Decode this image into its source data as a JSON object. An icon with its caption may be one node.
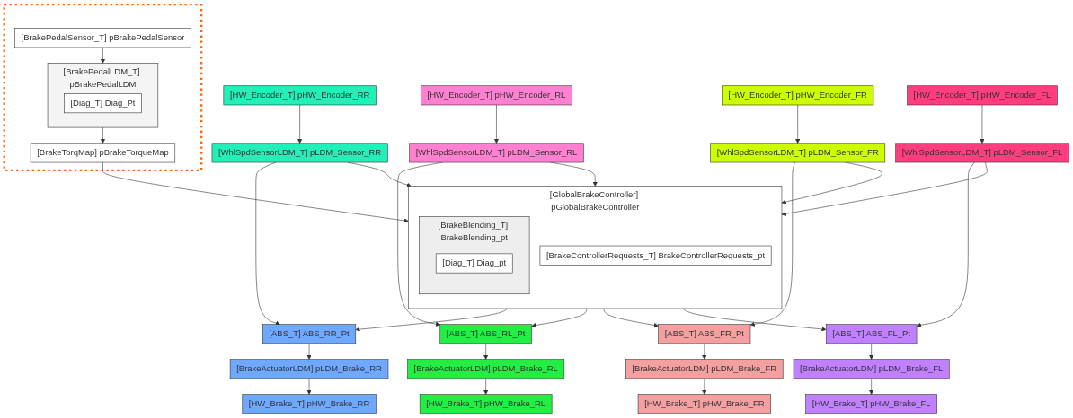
{
  "diagram": {
    "nodes": [
      {
        "text": [],
        "shape": "box"
      },
      {
        "text": [
          "[BrakePedalSensor_T] pBrakePedalSensor"
        ],
        "in": 0
      },
      {
        "text": [
          "[BrakePedalLDM_T] pBrakePedalLDM"
        ],
        "in": 0
      },
      {
        "text": [
          "[Diag_T] Diag_Pt"
        ],
        "in": 2
      },
      {
        "text": [
          "[BrakeTorqMap] pBrakeTorqueMap"
        ],
        "in": 0
      },
      {
        "text": [
          "[HW_Encoder_T] pHW_Encoder_RR"
        ]
      },
      {
        "text": [
          "[HW_Encoder_T] pHW_Encoder_RL"
        ]
      },
      {
        "text": [
          "[HW_Encoder_T] pHW_Encoder_FR"
        ]
      },
      {
        "text": [
          "[HW_Encoder_T] pHW_Encoder_FL"
        ]
      },
      {
        "text": [
          "[WhlSpdSensorLDM_T] pLDM_Sensor_RR"
        ]
      },
      {
        "text": [
          "[WhlSpdSensorLDM_T] pLDM_Sensor_RL"
        ]
      },
      {
        "text": [
          "[WhlSpdSensorLDM_T] pLDM_Sensor_FR"
        ]
      },
      {
        "text": [
          "[WhlSpdSensorLDM_T] pLDM_Sensor_FL"
        ]
      },
      {
        "text": [
          "[GlobalBrakeController] pGlobalBrakeController"
        ]
      },
      {
        "text": [
          "[BrakeBlending_T] BrakeBlending_pt"
        ],
        "in": 13
      },
      {
        "text": [
          "[Diag_T] Diag_pt"
        ],
        "in": 14
      },
      {
        "text": [
          "[BrakeControllerRequests_T] BrakeControllerRequests_pt"
        ],
        "in": 13
      },
      {
        "text": [
          "[ABS_T] ABS_RR_Pt"
        ]
      },
      {
        "text": [
          "[BrakeActuatorLDM] pLDM_Brake_RR"
        ]
      },
      {
        "text": [
          "[HW_Brake_T] pHW_Brake_RR"
        ]
      },
      {
        "text": [
          "[ABS_T] ABS_RL_Pt"
        ]
      },
      {
        "text": [
          "[BrakeActuatorLDM] pLDM_Brake_RL"
        ]
      },
      {
        "text": [
          "[HW_Brake_T] pHW_Brake_RL"
        ]
      },
      {
        "text": [
          "[ABS_T] ABS_FR_Pt"
        ]
      },
      {
        "text": [
          "[BrakeActuatorLDM] pLDM_Brake_FR"
        ]
      },
      {
        "text": [
          "[HW_Brake_T] pHW_Brake_FR"
        ]
      },
      {
        "text": [
          "[ABS_T] ABS_FL_Pt"
        ]
      },
      {
        "text": [
          "[BrakeActuatorLDM] pLDM_Brake_FL"
        ]
      },
      {
        "text": [
          "[HW_Brake_T] pHW_Brake_FL"
        ]
      }
    ],
    "edges": [
      {
        "from": 1,
        "to": 2,
        "arrow": "to"
      },
      {
        "from": 2,
        "to": 4,
        "arrow": "to"
      },
      {
        "from": 4,
        "to": 13,
        "arrow": "to"
      },
      {
        "from": 5,
        "to": 9,
        "arrow": "to"
      },
      {
        "from": 6,
        "to": 10,
        "arrow": "to"
      },
      {
        "from": 7,
        "to": 11,
        "arrow": "to"
      },
      {
        "from": 8,
        "to": 12,
        "arrow": "to"
      },
      {
        "from": 9,
        "to": 13,
        "arrow": "to"
      },
      {
        "from": 10,
        "to": 13,
        "arrow": "to"
      },
      {
        "from": 11,
        "to": 13,
        "arrow": "to"
      },
      {
        "from": 12,
        "to": 13,
        "arrow": "to"
      },
      {
        "from": 9,
        "to": 17,
        "arrow": "to"
      },
      {
        "from": 13,
        "to": 17,
        "arrow": "to"
      },
      {
        "from": 10,
        "to": 20,
        "arrow": "to"
      },
      {
        "from": 13,
        "to": 20,
        "arrow": "to"
      },
      {
        "from": 13,
        "to": 23,
        "arrow": "to"
      },
      {
        "from": 11,
        "to": 23,
        "arrow": "to"
      },
      {
        "from": 13,
        "to": 26,
        "arrow": "to"
      },
      {
        "from": 12,
        "to": 26,
        "arrow": "to"
      },
      {
        "from": 17,
        "to": 18,
        "arrow": "to"
      },
      {
        "from": 18,
        "to": 19,
        "arrow": "to"
      },
      {
        "from": 20,
        "to": 21,
        "arrow": "to"
      },
      {
        "from": 21,
        "to": 22,
        "arrow": "to"
      },
      {
        "from": 23,
        "to": 24,
        "arrow": "to"
      },
      {
        "from": 24,
        "to": 25,
        "arrow": "to"
      },
      {
        "from": 26,
        "to": 27,
        "arrow": "to"
      },
      {
        "from": 27,
        "to": 28,
        "arrow": "to"
      }
    ]
  }
}
